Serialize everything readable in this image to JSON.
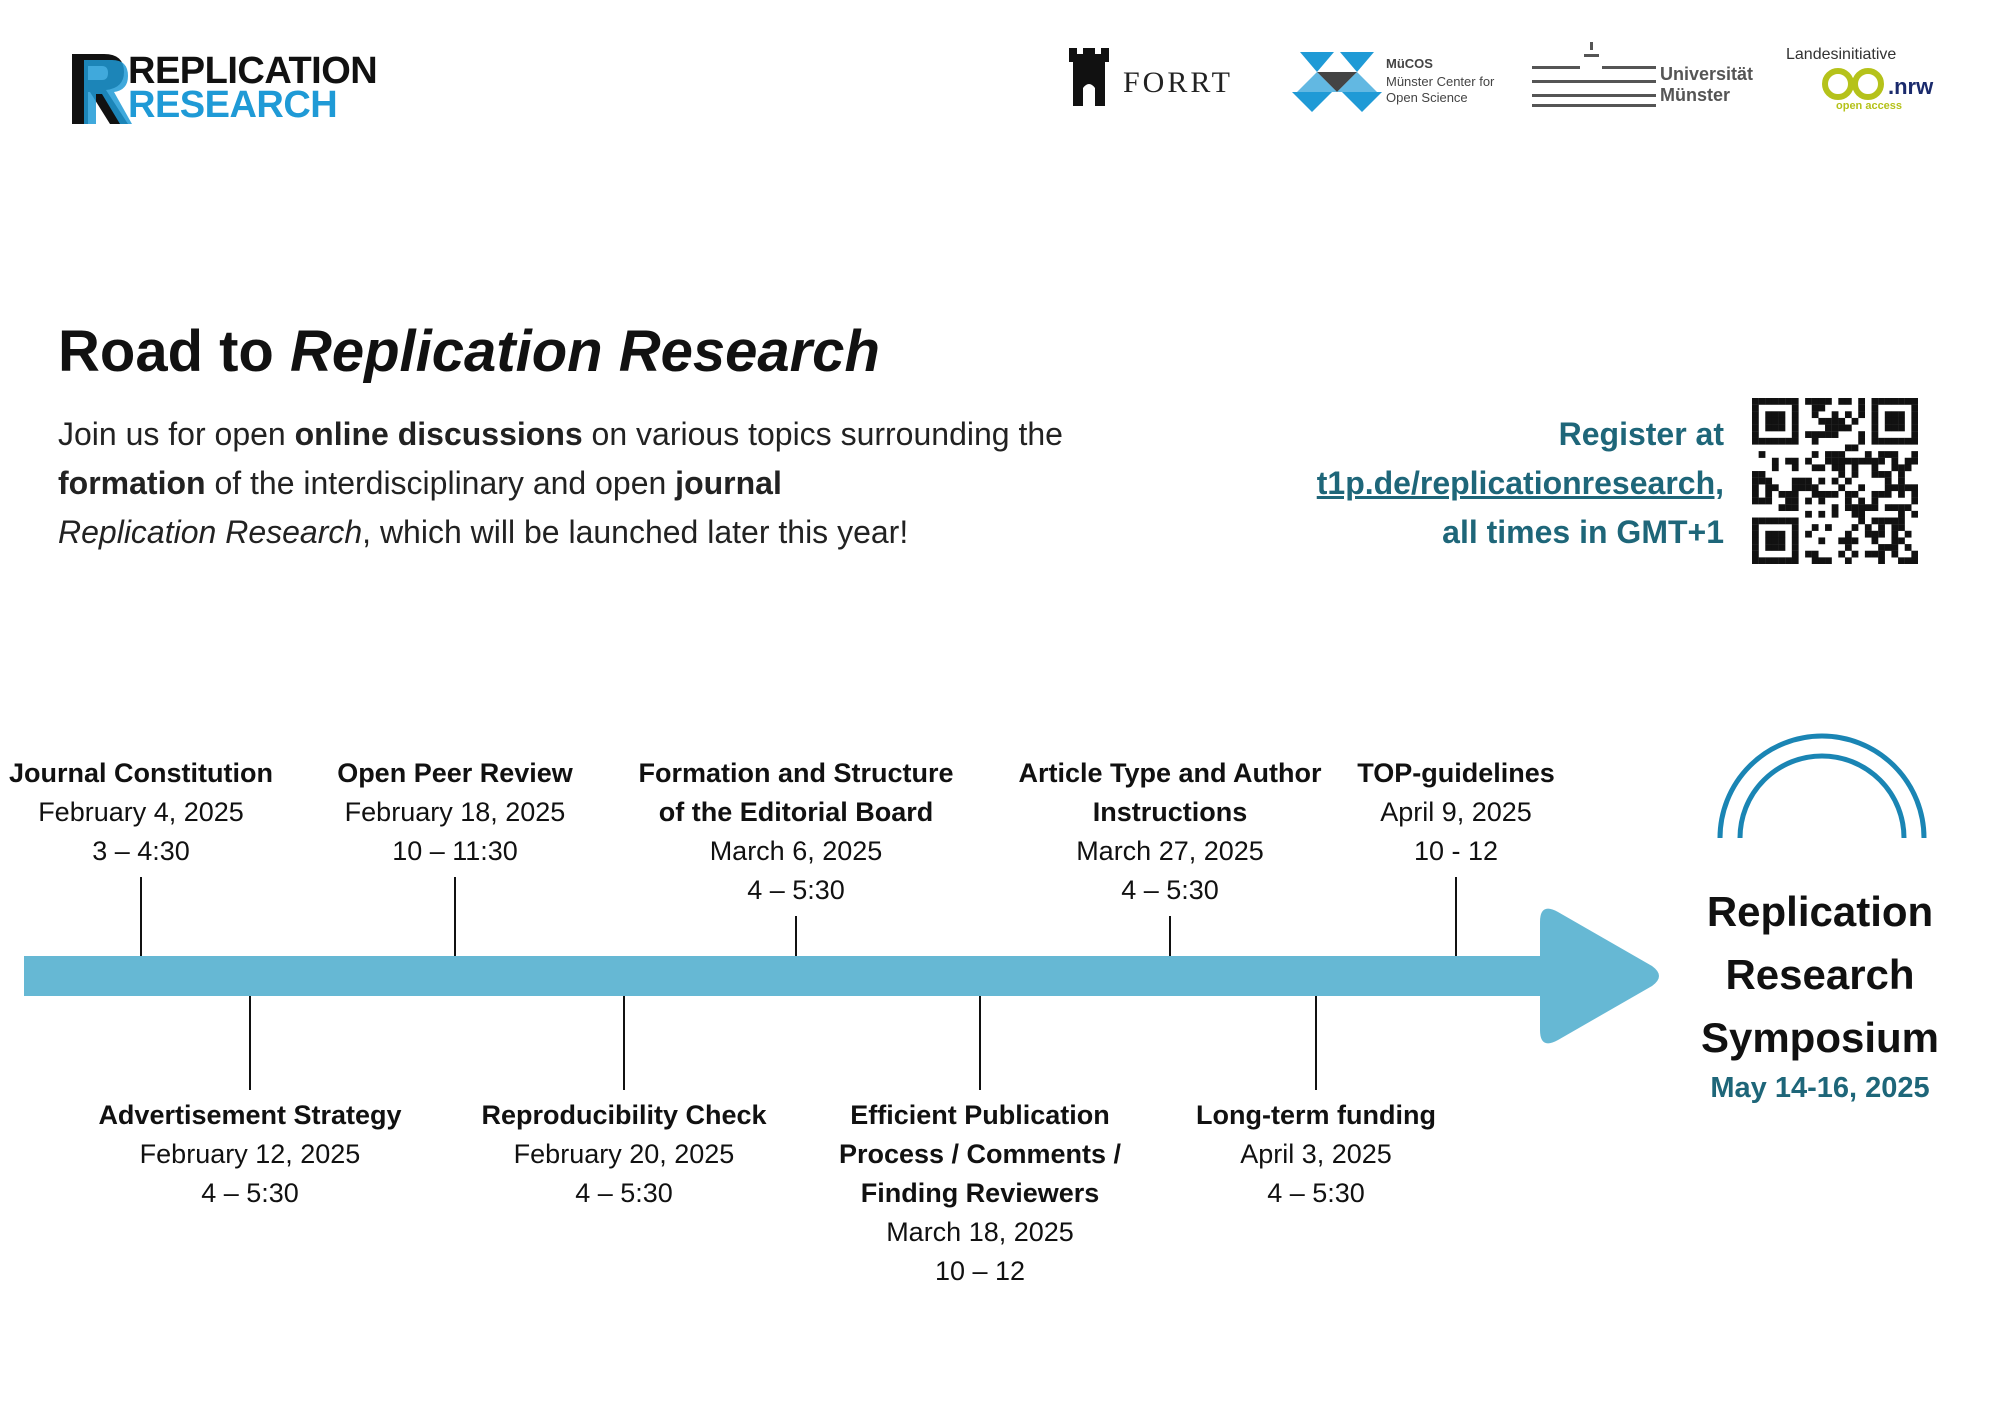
{
  "colors": {
    "timeline": "#66b8d4",
    "accent_teal": "#1e6679",
    "rr_blue": "#1f9ad6",
    "arc": "#1a85b4"
  },
  "logos": {
    "replication_research": {
      "line1": "REPLICATION",
      "line2": "RESEARCH"
    },
    "forrt": "FORRT",
    "mucos": {
      "name": "MüCOS",
      "sub": "Münster Center for Open Science"
    },
    "uni_muenster": {
      "line1": "Universität",
      "line2": "Münster"
    },
    "oa_nrw": {
      "top": "Landesinitiative",
      "suffix": ".nrw",
      "small": "open access"
    }
  },
  "header": {
    "title_plain": "Road to ",
    "title_italic": "Replication Research"
  },
  "intro": {
    "p1": "Join us for open ",
    "b1": "online discussions",
    "p2": " on various topics surrounding the ",
    "b2": "formation",
    "p3": " of the interdisciplinary and open ",
    "b3": "journal",
    "i1": "Replication Research",
    "p4": ", which will be launched later this year!"
  },
  "register": {
    "line1": "Register at",
    "link": "t1p.de/replicationresearch,",
    "line3": "all times in GMT+1"
  },
  "events_top": [
    {
      "name_lines": [
        "Journal Constitution"
      ],
      "date": "February 4, 2025",
      "time": "3 – 4:30"
    },
    {
      "name_lines": [
        "Open Peer Review"
      ],
      "date": "February 18, 2025",
      "time": "10 – 11:30"
    },
    {
      "name_lines": [
        "Formation and Structure",
        "of the Editorial Board"
      ],
      "date": "March 6, 2025",
      "time": "4 – 5:30"
    },
    {
      "name_lines": [
        "Article Type and Author",
        "Instructions"
      ],
      "date": "March 27, 2025",
      "time": "4 – 5:30"
    },
    {
      "name_lines": [
        "TOP-guidelines"
      ],
      "date": "April 9, 2025",
      "time": "10 - 12"
    }
  ],
  "events_bottom": [
    {
      "name_lines": [
        "Advertisement Strategy"
      ],
      "date": "February 12, 2025",
      "time": "4 – 5:30"
    },
    {
      "name_lines": [
        "Reproducibility Check"
      ],
      "date": "February 20, 2025",
      "time": "4 – 5:30"
    },
    {
      "name_lines": [
        "Efficient Publication",
        "Process / Comments /",
        "Finding Reviewers"
      ],
      "date": "March 18, 2025",
      "time": "10 – 12"
    },
    {
      "name_lines": [
        "Long-term funding"
      ],
      "date": "April 3, 2025",
      "time": "4 – 5:30"
    }
  ],
  "symposium": {
    "title_lines": [
      "Replication",
      "Research",
      "Symposium"
    ],
    "date": "May 14-16, 2025"
  }
}
